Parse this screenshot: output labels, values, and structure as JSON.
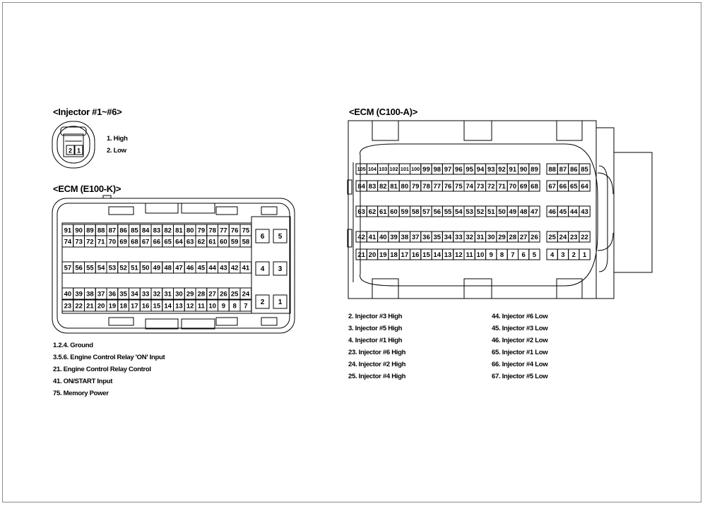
{
  "injector": {
    "title": "<Injector #1~#6>",
    "connector_pins": [
      "2",
      "1"
    ],
    "pin_notes": [
      "1. High",
      "2. Low"
    ]
  },
  "ecm_e100k": {
    "title": "<ECM (E100-K)>",
    "rows": [
      [
        "91",
        "90",
        "89",
        "88",
        "87",
        "86",
        "85",
        "84",
        "83",
        "82",
        "81",
        "80",
        "79",
        "78",
        "77",
        "76",
        "75"
      ],
      [
        "74",
        "73",
        "72",
        "71",
        "70",
        "69",
        "68",
        "67",
        "66",
        "65",
        "64",
        "63",
        "62",
        "61",
        "60",
        "59",
        "58"
      ],
      [
        "57",
        "56",
        "55",
        "54",
        "53",
        "52",
        "51",
        "50",
        "49",
        "48",
        "47",
        "46",
        "45",
        "44",
        "43",
        "42",
        "41"
      ],
      [
        "40",
        "39",
        "38",
        "37",
        "36",
        "35",
        "34",
        "33",
        "32",
        "31",
        "30",
        "29",
        "28",
        "27",
        "26",
        "25",
        "24"
      ],
      [
        "23",
        "22",
        "21",
        "20",
        "19",
        "18",
        "17",
        "16",
        "15",
        "14",
        "13",
        "12",
        "11",
        "10",
        "9",
        "8",
        "7"
      ]
    ],
    "big_pins": [
      [
        "6",
        "5"
      ],
      [
        "4",
        "3"
      ],
      [
        "2",
        "1"
      ]
    ],
    "pin_notes": [
      "1.2.4. Ground",
      "3.5.6. Engine Control Relay 'ON' Input",
      "21. Engine Control Relay Control",
      "41. ON/START Input",
      "75. Memory Power"
    ]
  },
  "ecm_c100a": {
    "title": "<ECM (C100-A)>",
    "rows_main": [
      [
        "105",
        "104",
        "103",
        "102",
        "101",
        "100",
        "99",
        "98",
        "97",
        "96",
        "95",
        "94",
        "93",
        "92",
        "91",
        "90",
        "89"
      ],
      [
        "84",
        "83",
        "82",
        "81",
        "80",
        "79",
        "78",
        "77",
        "76",
        "75",
        "74",
        "73",
        "72",
        "71",
        "70",
        "69",
        "68"
      ],
      [
        "63",
        "62",
        "61",
        "60",
        "59",
        "58",
        "57",
        "56",
        "55",
        "54",
        "53",
        "52",
        "51",
        "50",
        "49",
        "48",
        "47"
      ],
      [
        "42",
        "41",
        "40",
        "39",
        "38",
        "37",
        "36",
        "35",
        "34",
        "33",
        "32",
        "31",
        "30",
        "29",
        "28",
        "27",
        "26"
      ],
      [
        "21",
        "20",
        "19",
        "18",
        "17",
        "16",
        "15",
        "14",
        "13",
        "12",
        "11",
        "10",
        "9",
        "8",
        "7",
        "6",
        "5"
      ]
    ],
    "rows_side": [
      [
        "88",
        "87",
        "86",
        "85"
      ],
      [
        "67",
        "66",
        "65",
        "64"
      ],
      [
        "46",
        "45",
        "44",
        "43"
      ],
      [
        "25",
        "24",
        "23",
        "22"
      ],
      [
        "4",
        "3",
        "2",
        "1"
      ]
    ],
    "pin_notes_left": [
      "2. Injector #3 High",
      "3. Injector #5 High",
      "4. Injector #1 High",
      "23. Injector #6 High",
      "24. Injector #2 High",
      "25. Injector #4 High"
    ],
    "pin_notes_right": [
      "44. Injector #6 Low",
      "45. Injector #3 Low",
      "46. Injector #2 Low",
      "65. Injector #1 Low",
      "66. Injector #4 Low",
      "67. Injector #5 Low"
    ]
  }
}
